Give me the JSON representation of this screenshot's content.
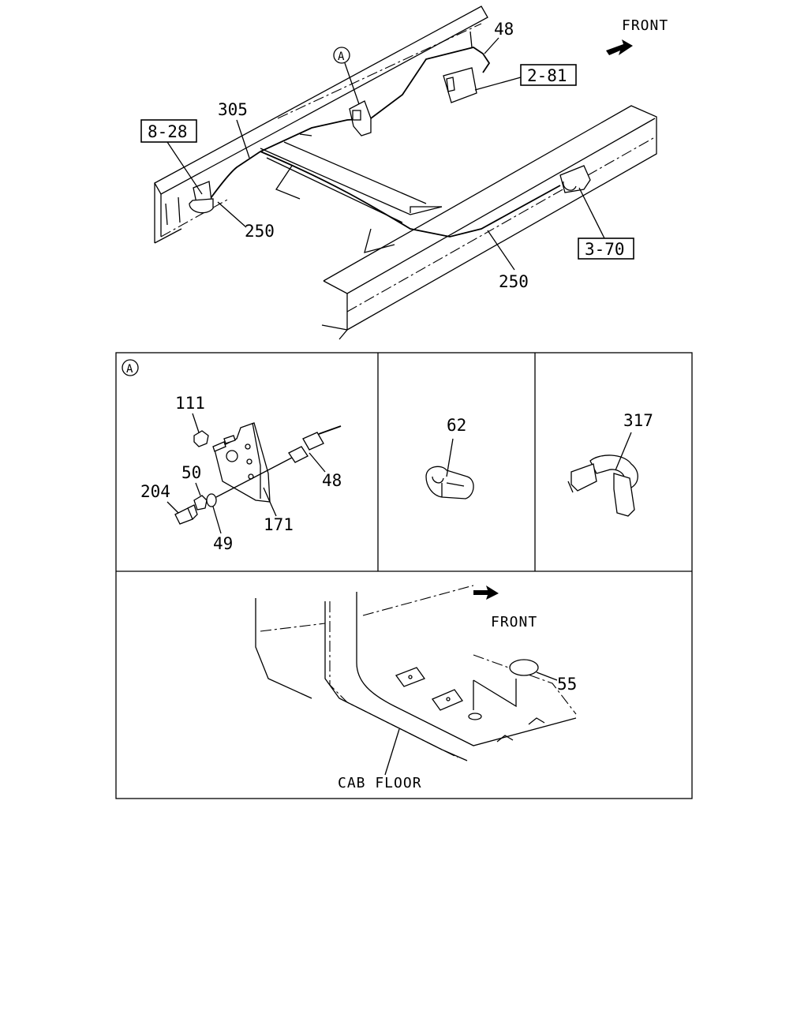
{
  "overview": {
    "front": "FRONT",
    "callout_a": "A",
    "labels": {
      "p48": "48",
      "p305": "305",
      "p250_left": "250",
      "p250_right": "250"
    },
    "refs": {
      "r2_81": "2-81",
      "r8_28": "8-28",
      "r3_70": "3-70"
    }
  },
  "detail_a": {
    "callout": "A",
    "labels": {
      "p111": "111",
      "p50": "50",
      "p204": "204",
      "p48": "48",
      "p171": "171",
      "p49": "49"
    }
  },
  "detail_62": {
    "label": "62"
  },
  "detail_317": {
    "label": "317"
  },
  "cab_floor": {
    "front": "FRONT",
    "label": "CAB FLOOR",
    "p55": "55"
  }
}
